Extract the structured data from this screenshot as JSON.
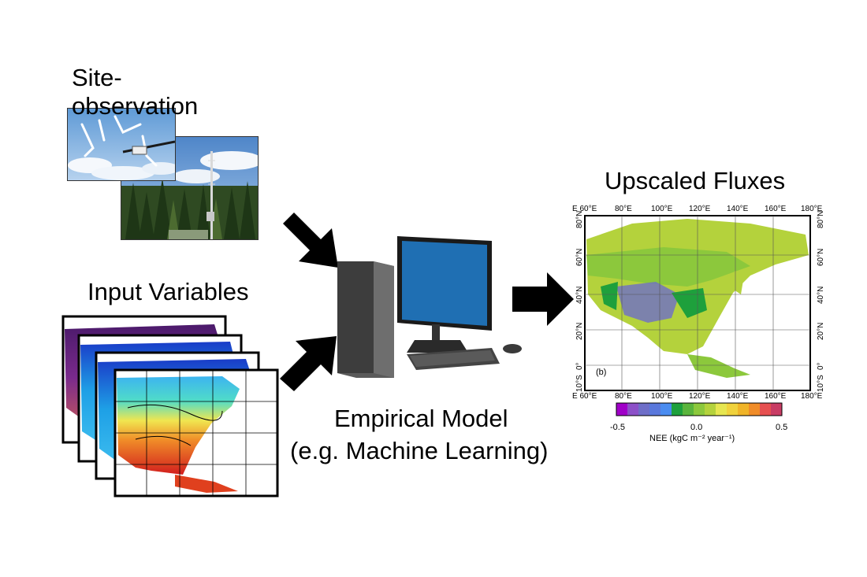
{
  "site_observation": {
    "label_line1": "Site-",
    "label_line2": "observation"
  },
  "input_variables": {
    "label": "Input Variables"
  },
  "model": {
    "label_line1": "Empirical Model",
    "label_line2": "(e.g. Machine Learning)"
  },
  "output": {
    "label": "Upscaled Fluxes",
    "panel_tag": "(b)",
    "lon_ticks": [
      "E 60°E",
      "80°E",
      "100°E",
      "120°E",
      "140°E",
      "160°E",
      "180°E"
    ],
    "lat_ticks": [
      "80°N",
      "60°N",
      "40°N",
      "20°N",
      "0°",
      "10°S"
    ],
    "colorbar": {
      "min_label": "-0.5",
      "mid_label": "0.0",
      "max_label": "0.5",
      "title": "NEE (kgC m⁻² year⁻¹)",
      "colors": [
        "#a000c8",
        "#8c50c8",
        "#6e6ec8",
        "#5a78dc",
        "#4a8cf0",
        "#1ea03c",
        "#5ab43c",
        "#8cc83c",
        "#b4d23c",
        "#e6e650",
        "#f0d23c",
        "#f0b428",
        "#f08c28",
        "#e65050",
        "#c83c64"
      ]
    }
  },
  "colors": {
    "arrow": "#000000",
    "monitor_screen": "#1f6fb3",
    "tower_body": "#3d3d3d"
  }
}
